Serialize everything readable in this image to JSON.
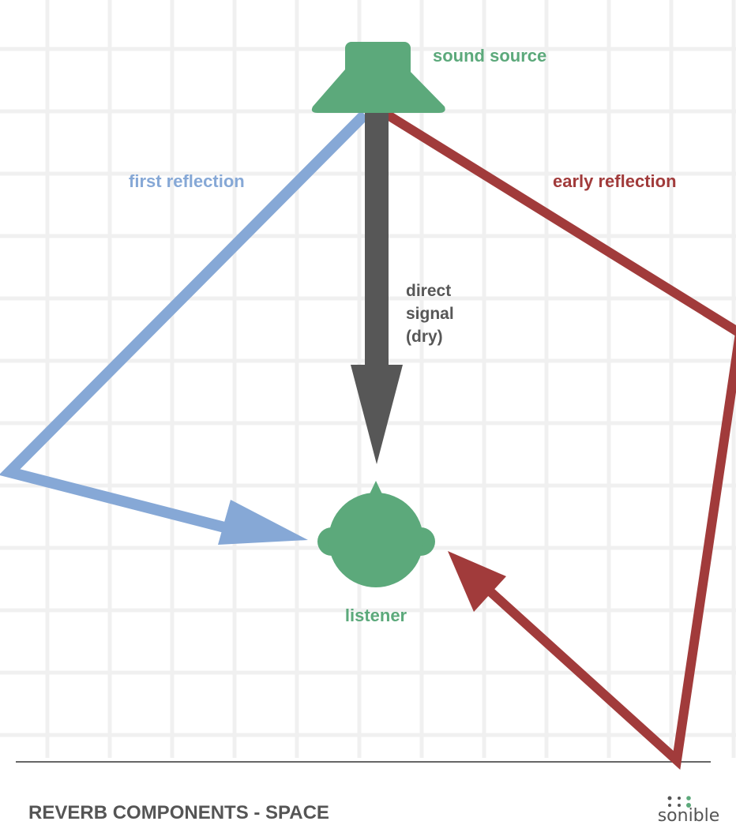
{
  "labels": {
    "source": "sound source",
    "first_reflection": "first reflection",
    "early_reflection": "early reflection",
    "direct_line1": "direct",
    "direct_line2": "signal",
    "direct_line3": "(dry)",
    "listener": "listener"
  },
  "footer": {
    "title": "REVERB COMPONENTS - SPACE",
    "brand": "sonible"
  },
  "colors": {
    "green": "#5ca97b",
    "blue": "#86a8d6",
    "red": "#a13b3b",
    "dark": "#575757",
    "grid": "#f0f0f0",
    "footer_text": "#555555"
  },
  "icons": {
    "source": "speaker-icon",
    "listener": "head-icon",
    "brand": "sonible-logo-dots"
  }
}
